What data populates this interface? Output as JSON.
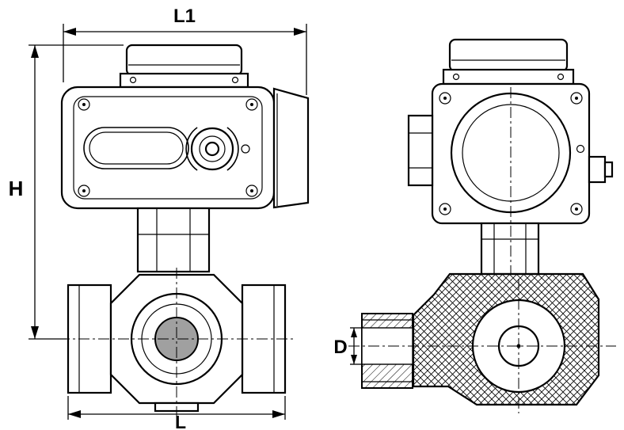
{
  "drawing": {
    "background": "#ffffff",
    "line_color": "#000000",
    "dimensions": {
      "l1": "L1",
      "h": "H",
      "l": "L",
      "d": "D"
    }
  }
}
